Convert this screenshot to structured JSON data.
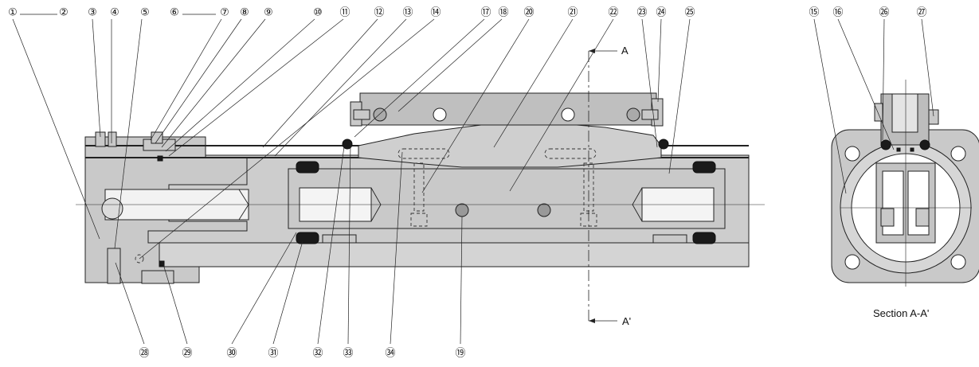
{
  "callouts": {
    "c1": "①",
    "c2": "②",
    "c3": "③",
    "c4": "④",
    "c5": "⑤",
    "c6": "⑥",
    "c7": "⑦",
    "c8": "⑧",
    "c9": "⑨",
    "c10": "⑩",
    "c11": "⑪",
    "c12": "⑫",
    "c13": "⑬",
    "c14": "⑭",
    "c15": "⑮",
    "c16": "⑯",
    "c17": "⑰",
    "c18": "⑱",
    "c19": "⑲",
    "c20": "⑳",
    "c21": "㉑",
    "c22": "㉒",
    "c23": "㉓",
    "c24": "㉔",
    "c25": "㉕",
    "c26": "㉖",
    "c27": "㉗",
    "c28": "㉘",
    "c29": "㉙",
    "c30": "㉚",
    "c31": "㉛",
    "c32": "㉜",
    "c33": "㉝",
    "c34": "㉞"
  },
  "section_marks": {
    "a": "A",
    "a_prime": "A'"
  },
  "section_caption": "Section A-A'"
}
